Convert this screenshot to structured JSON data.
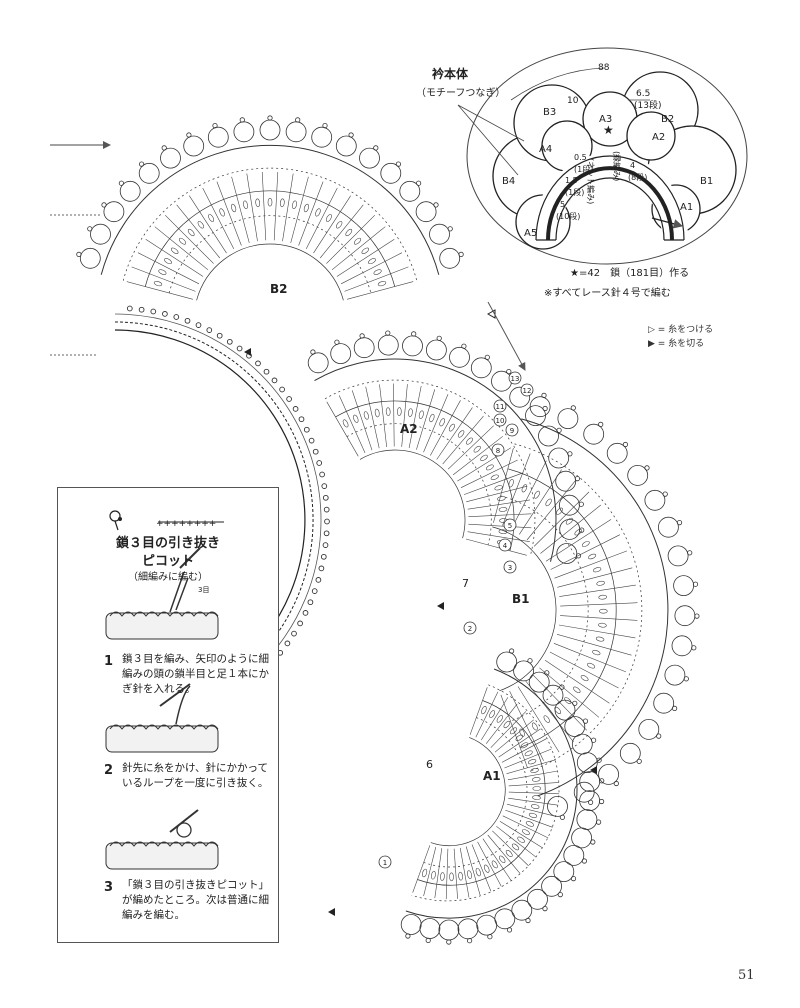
{
  "overview": {
    "title": "衿本体",
    "subtitle": "（モチーフつなぎ）",
    "top_measure": "88",
    "side_measure": "10",
    "right_measures": [
      "6.5",
      "(13段)"
    ],
    "motifs": [
      "A1",
      "A2",
      "A3",
      "A4",
      "A5",
      "B1",
      "B2",
      "B3",
      "B4"
    ],
    "band_labels": {
      "edge": "(縁編み)",
      "net": "(ネット編み)",
      "m05": "0.5",
      "r1": "(1段)",
      "m15": "1.5",
      "r1b": "(1段)",
      "m5": "5",
      "r10": "(10段)",
      "m4": "4",
      "r8": "(8段)"
    },
    "star_note": "★=42　鎖（181目）作る",
    "needle_note": "※すべてレース針４号で編む"
  },
  "legend": {
    "attach": "▷ = 糸をつける",
    "cut": "▶ = 糸を切る"
  },
  "chart_labels": [
    "B2",
    "A2",
    "B1",
    "A1"
  ],
  "row_numbers": [
    "13",
    "12",
    "11",
    "10",
    "9",
    "8",
    "7",
    "6",
    "5",
    "4",
    "3",
    "2",
    "1"
  ],
  "inset": {
    "title": "鎖３目の引き抜き",
    "title2": "ピコット",
    "subtitle": "（細編みに編む）",
    "arrow_note": "3目",
    "steps": [
      {
        "num": "1",
        "text": "鎖３目を編み、矢印のように細編みの頭の鎖半目と足１本にかぎ針を入れる。"
      },
      {
        "num": "2",
        "text": "針先に糸をかけ、針にかかっているループを一度に引き抜く。"
      },
      {
        "num": "3",
        "text": "「鎖３目の引き抜きピコット」が編めたところ。次は普通に細編みを編む。"
      }
    ]
  },
  "page_number": "51"
}
